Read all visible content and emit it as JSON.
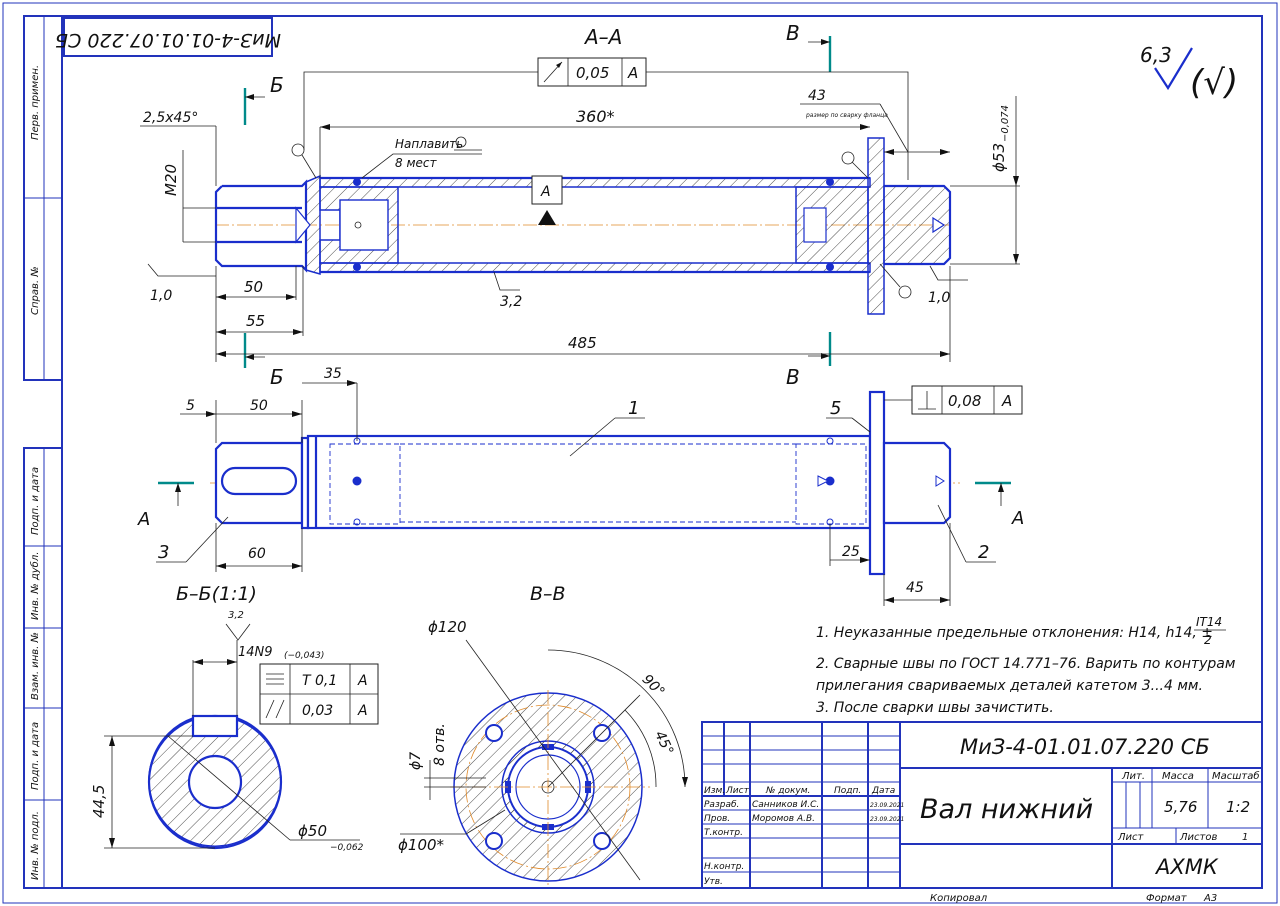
{
  "doc_code_main": "МиЗ-4-01.01.07.220 СБ",
  "doc_code_flipped": "МиЗ-4-01.01.07.220 СБ",
  "roughness": {
    "value": "6,3",
    "general_symbol": "(√)"
  },
  "views": {
    "a_a": "А–А",
    "b_b": "Б–Б(1:1)",
    "v_v": "В–В",
    "cut_b": "Б",
    "cut_v": "В",
    "cut_a": "А",
    "datum_a": "А"
  },
  "tolerances": {
    "runout": {
      "value": "0,05",
      "datum": "А"
    },
    "perpendicularity": {
      "value": "0,08",
      "datum": "А"
    },
    "symmetry": {
      "value": "Т 0,1",
      "datum": "А"
    },
    "parallelism": {
      "value": "0,03",
      "datum": "А"
    }
  },
  "dimensions": {
    "chamfer": "2,5х45°",
    "thread": "М20",
    "d360": "360*",
    "d43": "43",
    "d43_note": "размер по сварку фланца",
    "d53": "ϕ53",
    "d53_tol": "−0,074",
    "d50": "50",
    "d55": "55",
    "d485": "485",
    "r1_left": "1,0",
    "r1_right": "1,0",
    "r32_weld": "3,2",
    "d35": "35",
    "d5": "5",
    "d50b": "50",
    "d60": "60",
    "d25": "25",
    "d45": "45",
    "key_width": "14N9",
    "key_tol": "(−0,043)",
    "r32_key": "3,2",
    "d445": "44,5",
    "d50_shaft": "ϕ50",
    "d50_shaft_tol": "−0,062",
    "d120": "ϕ120",
    "d100": "ϕ100*",
    "d7": "ϕ7",
    "holes_8": "8 отв.",
    "ang90": "90°",
    "ang45": "45°"
  },
  "weld_note": {
    "text": "Наплавить",
    "count": "8 мест"
  },
  "positions": [
    "1",
    "2",
    "3",
    "5"
  ],
  "notes": [
    "1. Неуказанные предельные отклонения: H14, h14, ±",
    "IT14",
    "2",
    "2. Сварные швы по ГОСТ 14.771–76. Варить по контурам",
    "прилегания свариваемых деталей катетом 3...4 мм.",
    "3. После сварки швы зачистить."
  ],
  "side_labels": [
    "Перв. примен.",
    "Справ. №",
    "Подп. и дата",
    "Инв. № дубл.",
    "Взам. инв. №",
    "Подп. и дата",
    "Инв. № подл."
  ],
  "title_block": {
    "designation": "МиЗ-4-01.01.07.220 СБ",
    "name": "Вал нижний",
    "org": "АХМК",
    "col_headers": [
      "Изм.",
      "Лист",
      "№ докум.",
      "Подп.",
      "Дата"
    ],
    "roles": [
      "Разраб.",
      "Пров.",
      "Т.контр.",
      "Н.контр.",
      "Утв."
    ],
    "people": [
      "Санников И.С.",
      "Моромов А.В."
    ],
    "dates": [
      "23.09.2021",
      "23.09.2021"
    ],
    "lit_label": "Лит.",
    "mass_label": "Масса",
    "scale_label": "Масштаб",
    "mass": "5,76",
    "scale": "1:2",
    "sheet_label": "Лист",
    "sheets_label": "Листов",
    "sheets": "1"
  },
  "footer": {
    "copied": "Копировал",
    "format_label": "Формат",
    "format": "А3"
  }
}
